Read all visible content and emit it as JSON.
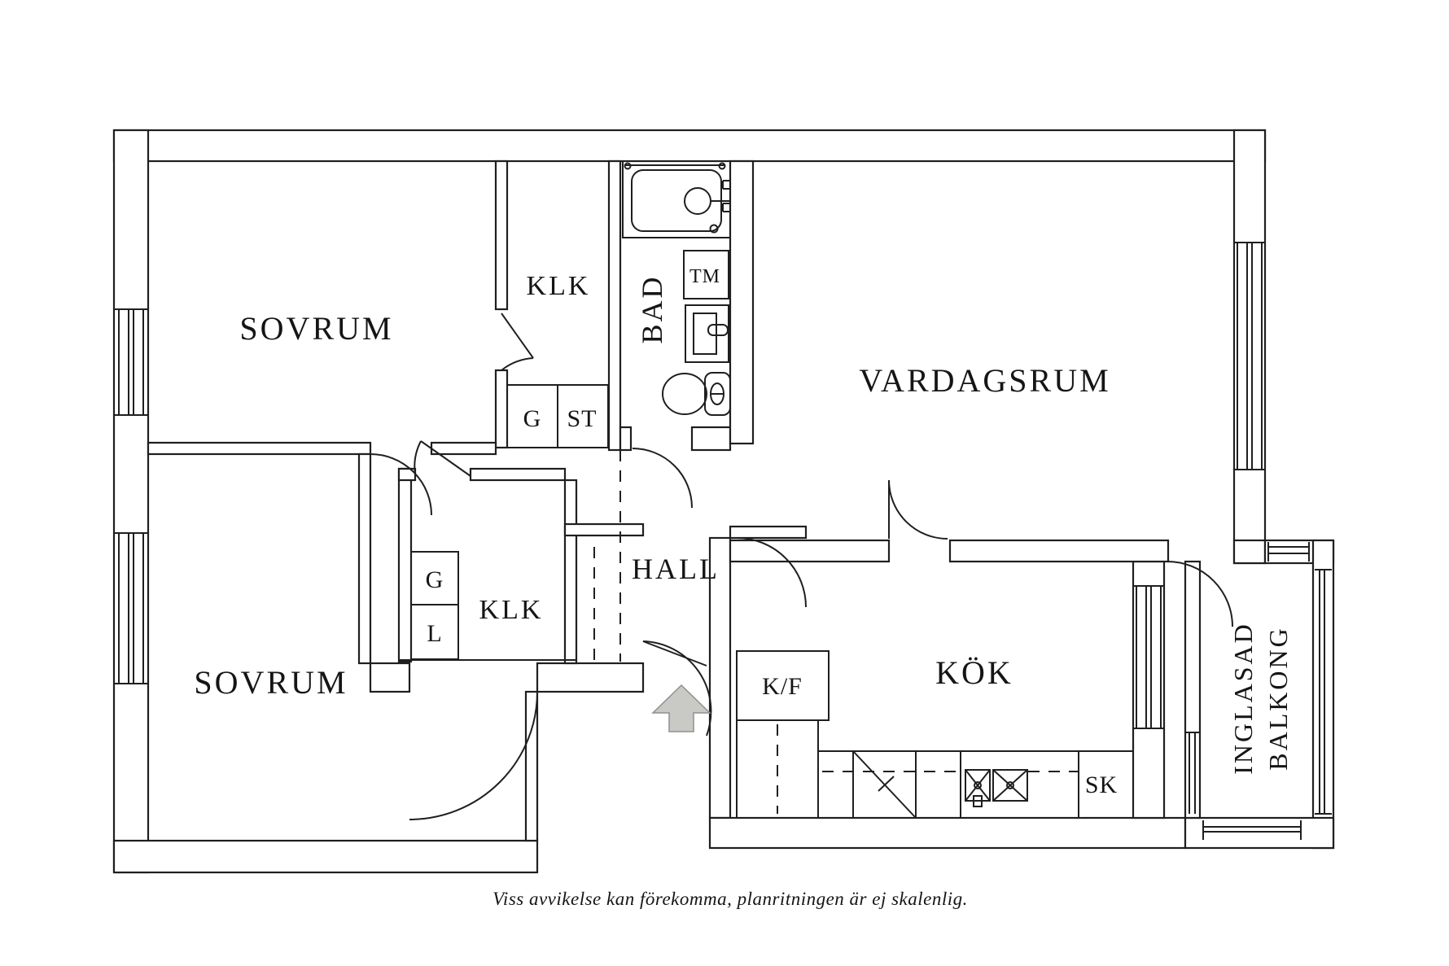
{
  "page": {
    "type": "floor-plan",
    "background_color": "#ffffff",
    "line_color": "#1f1f1f",
    "arrow_color": "#c9c9c6"
  },
  "rooms": {
    "sovrum_top": {
      "label": "SOVRUM"
    },
    "sovrum_bottom": {
      "label": "SOVRUM"
    },
    "klk_top": {
      "label": "KLK"
    },
    "klk_mid": {
      "label": "KLK"
    },
    "bad": {
      "label": "BAD"
    },
    "vardagsrum": {
      "label": "VARDAGSRUM"
    },
    "hall": {
      "label": "HALL"
    },
    "kok": {
      "label": "KÖK"
    },
    "balkong_line1": {
      "label": "INGLASAD"
    },
    "balkong_line2": {
      "label": "BALKONG"
    }
  },
  "closets": {
    "g_top": "G",
    "st": "ST",
    "g_mid": "G",
    "l": "L",
    "sk": "SK"
  },
  "appliances": {
    "tm": "TM",
    "kf": "K/F"
  },
  "icons": {
    "entrance_arrow": "entry-direction-arrow"
  },
  "footer": {
    "disclaimer": "Viss avvikelse kan förekomma, planritningen är ej skalenlig."
  }
}
